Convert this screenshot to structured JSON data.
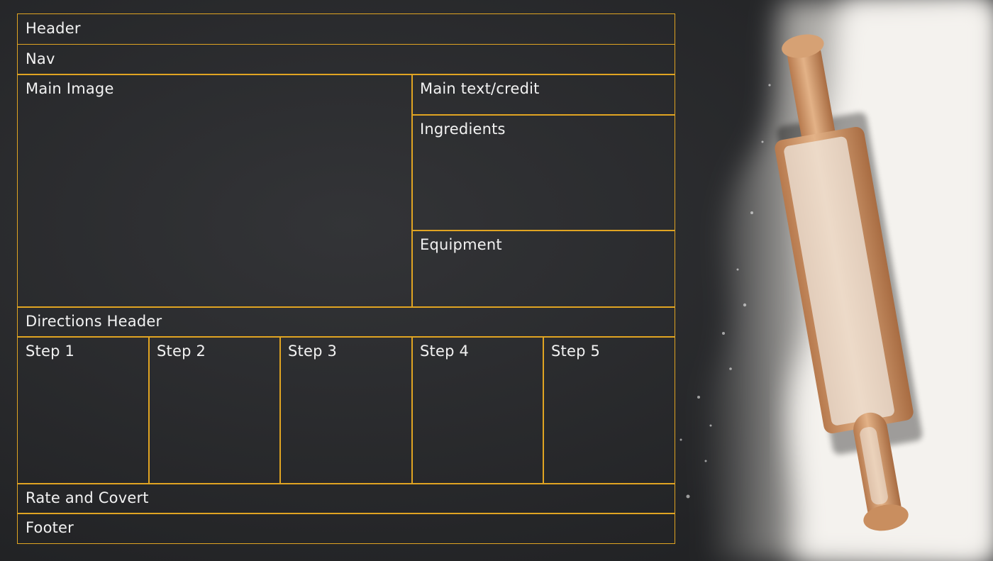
{
  "layout": {
    "header": "Header",
    "nav": "Nav",
    "main_image": "Main Image",
    "main_text_credit": "Main text/credit",
    "ingredients": "Ingredients",
    "equipment": "Equipment",
    "directions_header": "Directions Header",
    "steps": [
      "Step 1",
      "Step 2",
      "Step 3",
      "Step 4",
      "Step 5"
    ],
    "rate_and_covert": "Rate and Covert",
    "footer": "Footer"
  },
  "colors": {
    "grid_line": "#e0a422",
    "label_text": "#f2f2f2",
    "slate": "#2a2b2d",
    "flour": "#f3f1ec",
    "rolling_pin": "#d9a47a"
  },
  "background_image": "slate-with-flour-and-rolling-pin"
}
